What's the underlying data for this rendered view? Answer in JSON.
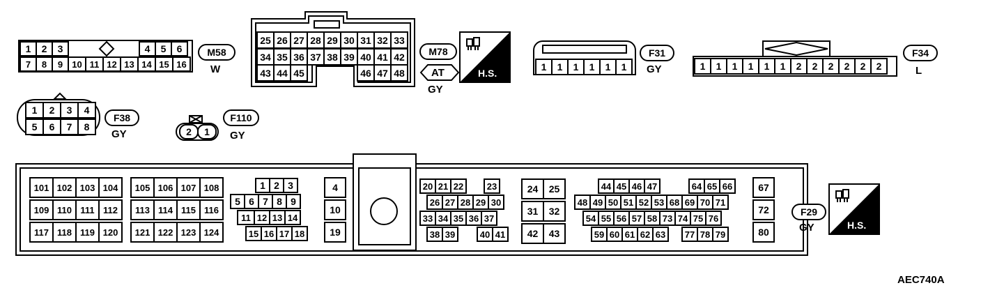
{
  "connectors": {
    "M58": {
      "id": "M58",
      "color": "W",
      "top": [
        "1",
        "2",
        "3",
        "4",
        "5",
        "6"
      ],
      "bottom": [
        "7",
        "8",
        "9",
        "10",
        "11",
        "12",
        "13",
        "14",
        "15",
        "16"
      ]
    },
    "M78": {
      "id": "M78",
      "tag": "AT",
      "color": "GY",
      "row1": [
        "25",
        "26",
        "27",
        "28",
        "29",
        "30",
        "31",
        "32",
        "33"
      ],
      "row2": [
        "34",
        "35",
        "36",
        "37",
        "38",
        "39",
        "40",
        "41",
        "42"
      ],
      "row3a": [
        "43",
        "44",
        "45"
      ],
      "row3b": [
        "46",
        "47",
        "48"
      ]
    },
    "F31": {
      "id": "F31",
      "color": "GY",
      "pins": [
        "1",
        "1",
        "1",
        "1",
        "1",
        "1"
      ]
    },
    "F34": {
      "id": "F34",
      "color": "L",
      "pins": [
        "1",
        "1",
        "1",
        "1",
        "1",
        "1",
        "2",
        "2",
        "2",
        "2",
        "2",
        "2"
      ]
    },
    "F38": {
      "id": "F38",
      "color": "GY",
      "top": [
        "1",
        "2",
        "3",
        "4"
      ],
      "bottom": [
        "5",
        "6",
        "7",
        "8"
      ]
    },
    "F110": {
      "id": "F110",
      "color": "GY",
      "pins": [
        "2",
        "1"
      ]
    },
    "F29": {
      "id": "F29",
      "color": "GY",
      "blockA": {
        "r1": [
          "101",
          "102",
          "103",
          "104"
        ],
        "r2": [
          "109",
          "110",
          "111",
          "112"
        ],
        "r3": [
          "117",
          "118",
          "119",
          "120"
        ]
      },
      "blockB": {
        "r1": [
          "105",
          "106",
          "107",
          "108"
        ],
        "r2": [
          "113",
          "114",
          "115",
          "116"
        ],
        "r3": [
          "121",
          "122",
          "123",
          "124"
        ]
      },
      "blockC": {
        "r1": [
          "1",
          "2",
          "3"
        ],
        "r2": [
          "5",
          "6",
          "7",
          "8",
          "9"
        ],
        "r3": [
          "11",
          "12",
          "13",
          "14"
        ],
        "r4": [
          "15",
          "16",
          "17",
          "18"
        ]
      },
      "blockD": [
        "4",
        "10",
        "19"
      ],
      "blockE": {
        "r1": [
          "20",
          "21",
          "22",
          "23"
        ],
        "r2": [
          "26",
          "27",
          "28",
          "29",
          "30"
        ],
        "r3": [
          "33",
          "34",
          "35",
          "36",
          "37"
        ],
        "r4": [
          "38",
          "39",
          "40",
          "41"
        ]
      },
      "blockF": {
        "r1": [
          "24",
          "25"
        ],
        "r2": [
          "31",
          "32"
        ],
        "r3": [
          "42",
          "43"
        ]
      },
      "blockG": {
        "r1": [
          "44",
          "45",
          "46",
          "47",
          "64",
          "65",
          "66"
        ],
        "r2": [
          "48",
          "49",
          "50",
          "51",
          "52",
          "53",
          "68",
          "69",
          "70",
          "71"
        ],
        "r3": [
          "54",
          "55",
          "56",
          "57",
          "58",
          "73",
          "74",
          "75",
          "76"
        ],
        "r4": [
          "59",
          "60",
          "61",
          "62",
          "63",
          "77",
          "78",
          "79"
        ]
      },
      "blockH": [
        "67",
        "72",
        "80"
      ]
    }
  },
  "hs_label": "H.S.",
  "figure_code": "AEC740A"
}
